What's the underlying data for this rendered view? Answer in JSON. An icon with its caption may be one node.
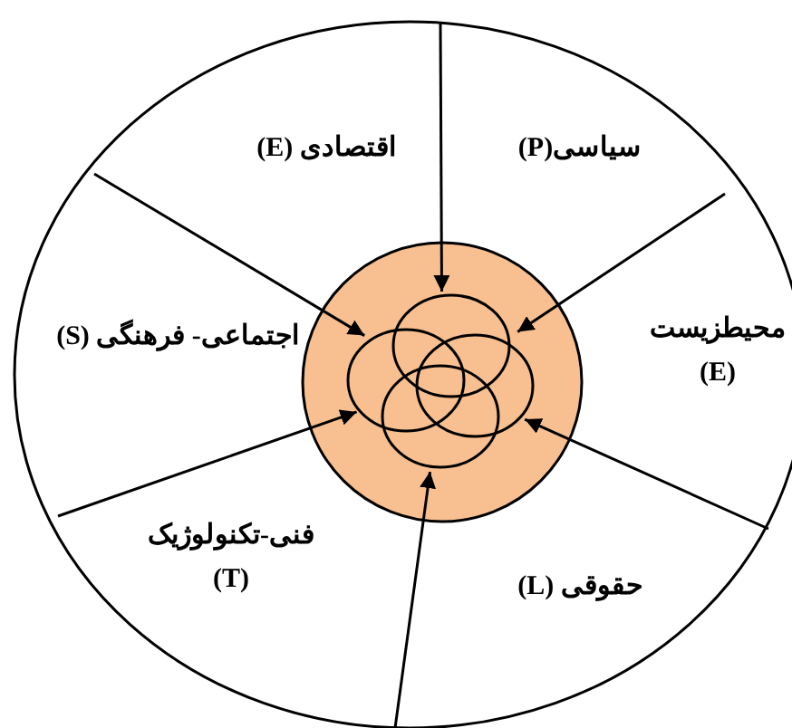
{
  "diagram": {
    "nodes": [
      {
        "text": [
          "سیاسی(P)"
        ]
      },
      {
        "text": [
          "محیطزیست (E)"
        ]
      },
      {
        "text": [
          "حقوقی (L)"
        ]
      },
      {
        "text": [
          "فنی-تکنولوژیک (T)"
        ]
      },
      {
        "text": [
          "اجتماعی- فرهنگی (S)"
        ]
      },
      {
        "text": [
          "اقتصادی (E)"
        ]
      },
      {
        "text": [],
        "shape": "circle"
      }
    ],
    "edges": [
      {
        "from": null,
        "to": 6,
        "arrow": "to"
      },
      {
        "from": null,
        "to": 6,
        "arrow": "to"
      },
      {
        "from": null,
        "to": 6,
        "arrow": "to"
      },
      {
        "from": null,
        "to": 6,
        "arrow": "to"
      },
      {
        "from": null,
        "to": 6,
        "arrow": "to"
      },
      {
        "from": null,
        "to": 6,
        "arrow": "to"
      }
    ]
  }
}
